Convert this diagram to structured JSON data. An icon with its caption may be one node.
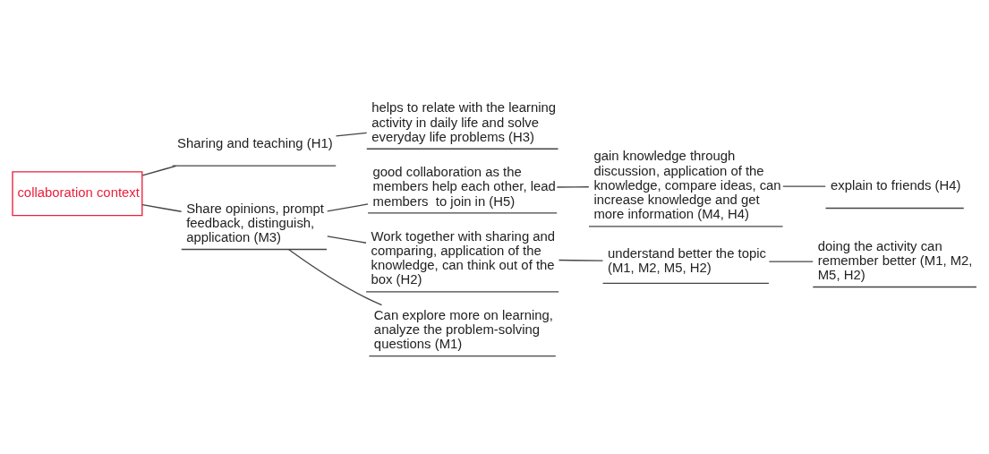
{
  "diagram": {
    "nodes": [
      {
        "text": [
          "collaboration context"
        ]
      },
      {
        "text": [
          "Sharing and teaching (H1)"
        ]
      },
      {
        "text": [
          "helps to relate with the learning activity in daily life and solve everyday life problems (H3)"
        ]
      },
      {
        "text": [
          "Share opinions, prompt feedback, distinguish, application (M3)"
        ]
      },
      {
        "text": [
          "good collaboration as the members help each other, lead members  to join in (H5)"
        ]
      },
      {
        "text": [
          "gain knowledge through discussion, application of the knowledge, compare ideas, can increase knowledge and get more information (M4, H4)"
        ]
      },
      {
        "text": [
          "explain to friends (H4)"
        ]
      },
      {
        "text": [
          "Work together with sharing and comparing, application of the knowledge, can think out of the box (H2)"
        ]
      },
      {
        "text": [
          "understand better the topic (M1, M2, M5, H2)"
        ]
      },
      {
        "text": [
          "doing the activity can remember better (M1, M2, M5, H2)"
        ]
      },
      {
        "text": [
          "Can explore more on learning, analyze the problem-solving questions (M1)"
        ]
      }
    ],
    "edges": [
      {
        "from": 0,
        "to": 1,
        "arrow": "none"
      },
      {
        "from": 0,
        "to": 3,
        "arrow": "none"
      },
      {
        "from": 1,
        "to": 2,
        "arrow": "none"
      },
      {
        "from": 3,
        "to": 4,
        "arrow": "none"
      },
      {
        "from": 3,
        "to": 7,
        "arrow": "none"
      },
      {
        "from": 3,
        "to": 10,
        "arrow": "none"
      },
      {
        "from": 4,
        "to": 5,
        "arrow": "none"
      },
      {
        "from": 5,
        "to": 6,
        "arrow": "none"
      },
      {
        "from": 7,
        "to": 8,
        "arrow": "none"
      },
      {
        "from": 8,
        "to": 9,
        "arrow": "none"
      }
    ]
  }
}
